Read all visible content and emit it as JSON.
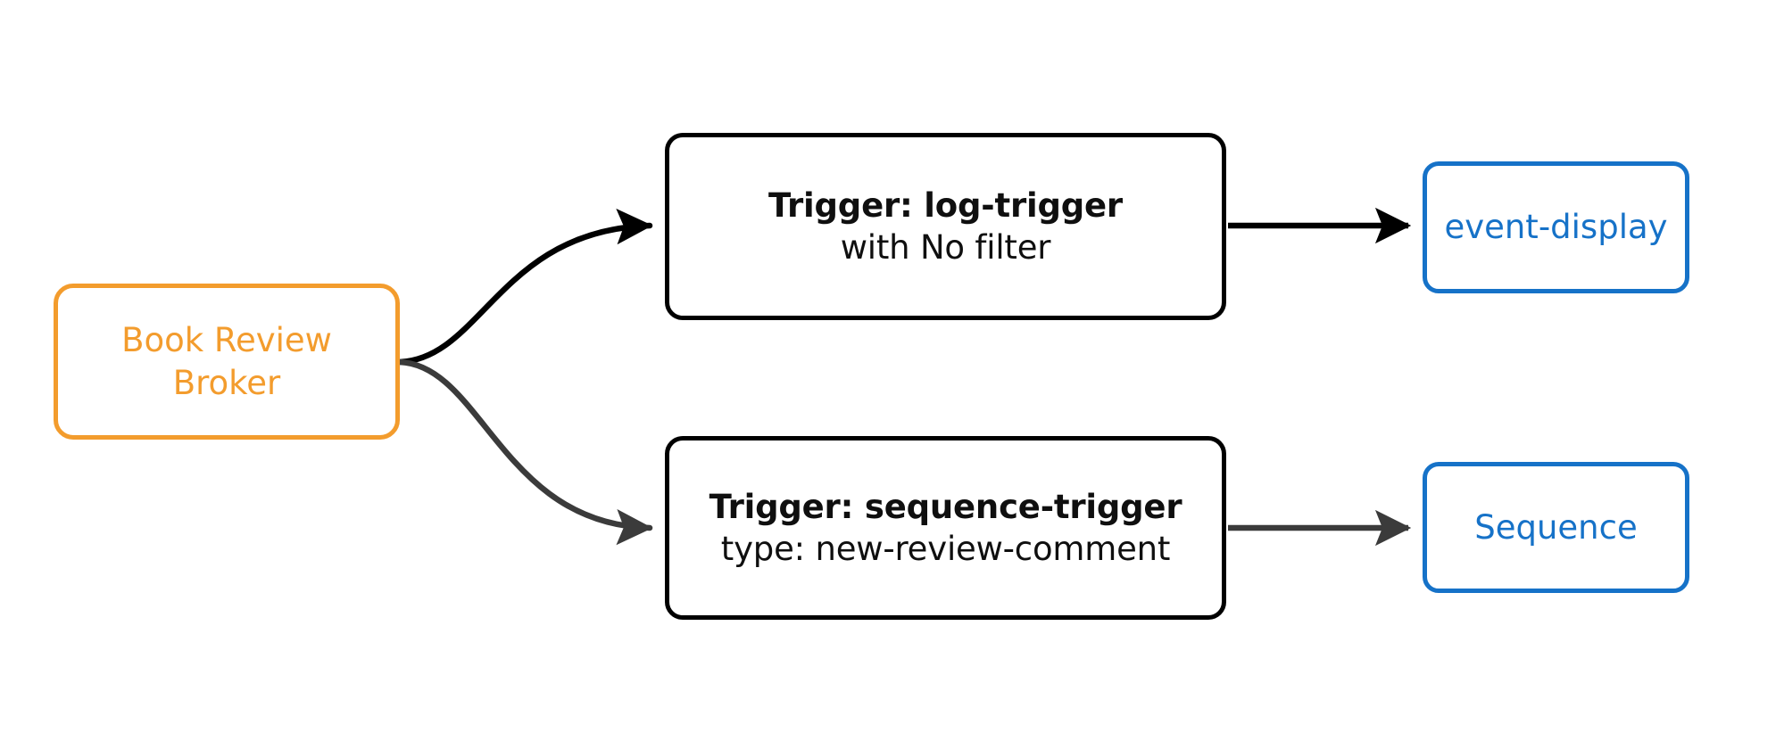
{
  "diagram": {
    "title": "Broker trigger routing diagram",
    "background": "#ffffff",
    "colors": {
      "broker": "#f39c2d",
      "trigger": "#000000",
      "sink": "#1672c8",
      "edge_primary": "#000000",
      "edge_secondary": "#3b3b3b"
    }
  },
  "nodes": {
    "broker": {
      "name": "Book Review Broker",
      "line1": "Book Review",
      "line2": "Broker"
    },
    "trigger_log": {
      "title": "Trigger: log-trigger",
      "subtitle": "with No filter"
    },
    "trigger_sequence": {
      "title": "Trigger: sequence-trigger",
      "subtitle": "type: new-review-comment"
    },
    "sink_event_display": {
      "label": "event-display"
    },
    "sink_sequence": {
      "label": "Sequence"
    }
  },
  "edges": [
    {
      "id": "broker-to-log-trigger",
      "from": "broker",
      "to": "trigger_log",
      "label": "",
      "style": "curved",
      "color": "#000000"
    },
    {
      "id": "broker-to-sequence-trigger",
      "from": "broker",
      "to": "trigger_sequence",
      "label": "",
      "style": "curved",
      "color": "#3b3b3b"
    },
    {
      "id": "log-trigger-to-event-display",
      "from": "trigger_log",
      "to": "sink_event_display",
      "label": "",
      "style": "straight",
      "color": "#000000"
    },
    {
      "id": "sequence-trigger-to-sequence",
      "from": "trigger_sequence",
      "to": "sink_sequence",
      "label": "",
      "style": "straight",
      "color": "#3b3b3b"
    }
  ]
}
